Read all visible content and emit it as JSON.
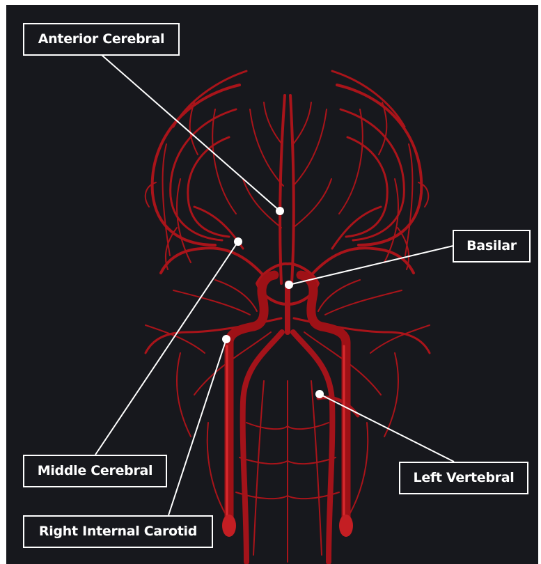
{
  "background_color": "#17181d",
  "vessel_color": "#b3161b",
  "labels": {
    "anterior_cerebral": "Anterior Cerebral",
    "basilar": "Basilar",
    "middle_cerebral": "Middle Cerebral",
    "left_vertebral": "Left Vertebral",
    "right_internal_carotid": "Right Internal Carotid"
  }
}
